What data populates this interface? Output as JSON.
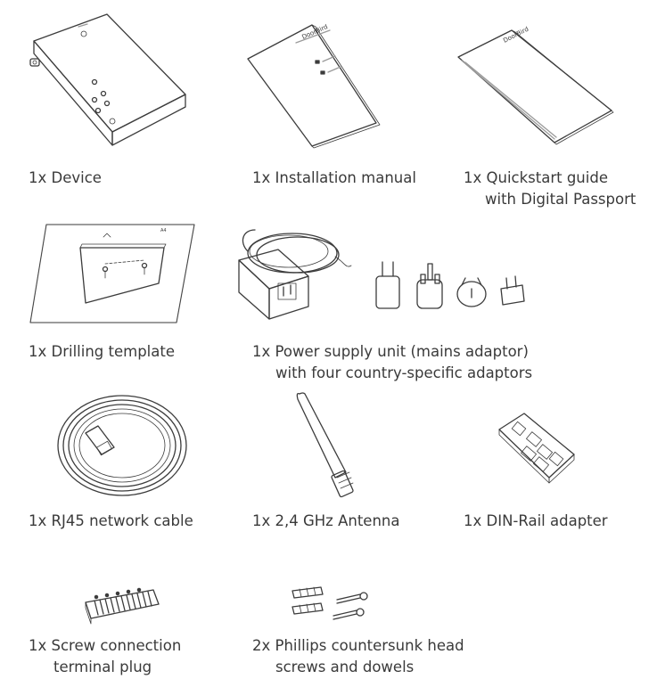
{
  "items": [
    {
      "id": "device",
      "line1": "1x Device",
      "line2": ""
    },
    {
      "id": "installation-manual",
      "line1": "1x Installation manual",
      "line2": ""
    },
    {
      "id": "quickstart-guide",
      "line1": "1x Quickstart guide",
      "line2": "with Digital Passport"
    },
    {
      "id": "drilling-template",
      "line1": "1x Drilling template",
      "line2": ""
    },
    {
      "id": "power-supply",
      "line1": "1x Power supply unit (mains adaptor)",
      "line2": "with four country-specific adaptors"
    },
    {
      "id": "network-cable",
      "line1": "1x RJ45 network cable",
      "line2": ""
    },
    {
      "id": "antenna",
      "line1": "1x 2,4 GHz Antenna",
      "line2": ""
    },
    {
      "id": "din-rail",
      "line1": "1x DIN-Rail adapter",
      "line2": ""
    },
    {
      "id": "terminal-plug",
      "line1": "1x Screw connection",
      "line2": "terminal plug"
    },
    {
      "id": "screws",
      "line1": "2x Phillips countersunk head",
      "line2": "screws and dowels"
    }
  ]
}
